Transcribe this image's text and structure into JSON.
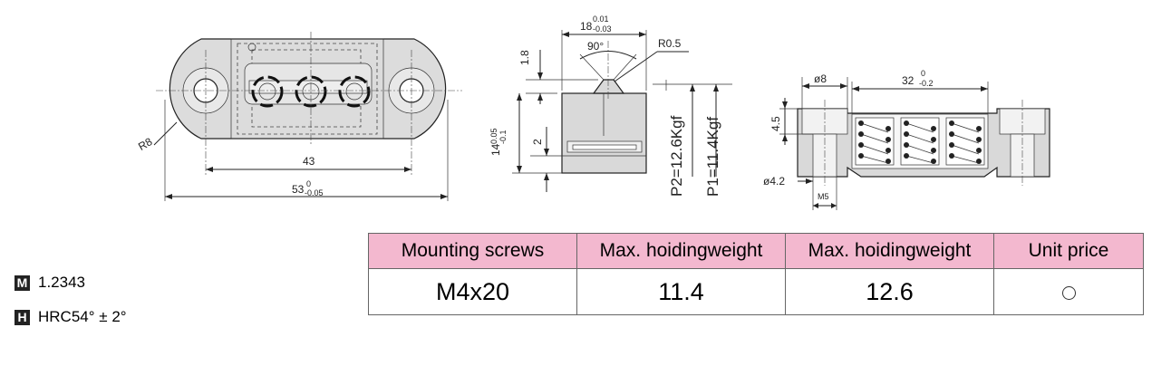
{
  "left_view": {
    "radius_label": "R8",
    "hole_pitch": "43",
    "overall_length": "53",
    "overall_tol_upper": "0",
    "overall_tol_lower": "-0.05"
  },
  "side_view": {
    "width_base": "18",
    "width_tol_upper": "0.01",
    "width_tol_lower": "-0.03",
    "angle": "90°",
    "radius": "R0.5",
    "tip_height": "1.8",
    "height_base": "14",
    "height_tol_upper": "0.05",
    "height_tol_lower": "-0.1",
    "groove": "2",
    "force_p2": "P2=12.6Kgf",
    "force_p1": "P1=11.4Kgf"
  },
  "section_view": {
    "bore": "ø8",
    "length_base": "32",
    "length_tol_upper": "0",
    "length_tol_lower": "-0.2",
    "counterbore_depth": "4.5",
    "hole": "ø4.2",
    "thread": "M5"
  },
  "materials": [
    {
      "icon": "M",
      "text": "1.2343"
    },
    {
      "icon": "H",
      "text": "HRC54° ± 2°"
    }
  ],
  "table": {
    "headers": [
      "Mounting screws",
      "Max. hoidingweight",
      "Max. hoidingweight",
      "Unit price"
    ],
    "row": [
      "M4x20",
      "11.4",
      "12.6"
    ],
    "price_symbol": "circle-icon"
  }
}
